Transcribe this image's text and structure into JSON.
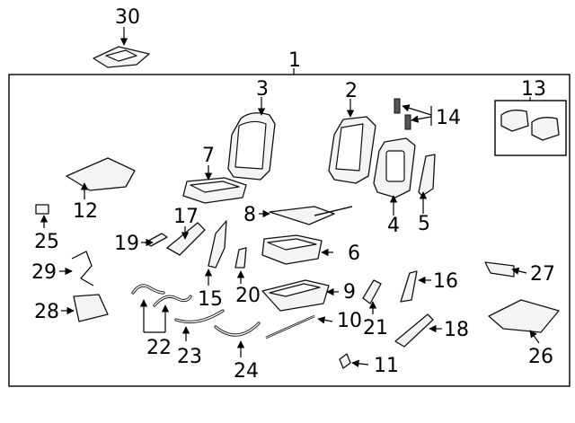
{
  "callouts": {
    "c1": "1",
    "c2": "2",
    "c3": "3",
    "c4": "4",
    "c5": "5",
    "c6": "6",
    "c7": "7",
    "c8": "8",
    "c9": "9",
    "c10": "10",
    "c11": "11",
    "c12": "12",
    "c13": "13",
    "c14": "14",
    "c15": "15",
    "c16": "16",
    "c17": "17",
    "c18": "18",
    "c19": "19",
    "c20": "20",
    "c21": "21",
    "c22": "22",
    "c23": "23",
    "c24": "24",
    "c25": "25",
    "c26": "26",
    "c27": "27",
    "c28": "28",
    "c29": "29",
    "c30": "30"
  },
  "colors": {
    "line": "#111111",
    "background": "#ffffff"
  }
}
